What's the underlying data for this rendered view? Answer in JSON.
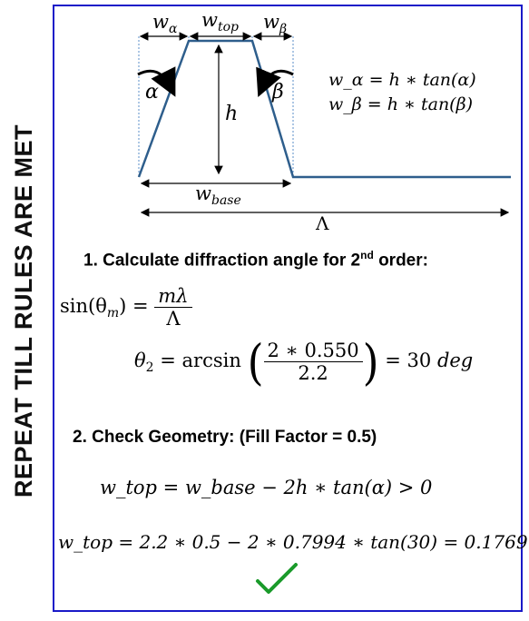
{
  "side_label": "REPEAT TILL RULES ARE MET",
  "diagram": {
    "w_alpha_base": "w",
    "w_alpha_sub": "α",
    "w_top_base": "w",
    "w_top_sub": "top",
    "w_beta_base": "w",
    "w_beta_sub": "β",
    "alpha": "α",
    "beta": "β",
    "h": "h",
    "w_base_base": "w",
    "w_base_sub": "base",
    "period": "Λ",
    "formula1": "w_α = h ∗ tan(α)",
    "formula2": "w_β = h ∗ tan(β)",
    "colors": {
      "trapezoid": "#2e5e8c",
      "frame": "#1a1ac8",
      "check": "#1a9a2a"
    }
  },
  "step1": {
    "prefix": "1. Calculate diffraction angle for 2",
    "sup": "nd",
    "suffix": " order:",
    "eq1_lhs": "sin(θ",
    "eq1_lhs_sub": "m",
    "eq1_lhs_close": ") =",
    "eq1_num": "mλ",
    "eq1_den": "Λ",
    "eq2_lhs": "θ",
    "eq2_lhs_sub": "2",
    "eq2_mid": " = arcsin",
    "eq2_num": "2 ∗ 0.550",
    "eq2_den": "2.2",
    "eq2_rhs": " = 30 ",
    "eq2_unit": "deg"
  },
  "step2": {
    "heading": "2. Check Geometry: (Fill Factor = 0.5)",
    "eq3": "w_top = w_base − 2h ∗ tan(α) > 0",
    "eq4": "w_top = 2.2 ∗ 0.5 − 2 ∗ 0.7994 ∗ tan(30) = 0.1769",
    "check_icon": "checkmark-icon"
  }
}
